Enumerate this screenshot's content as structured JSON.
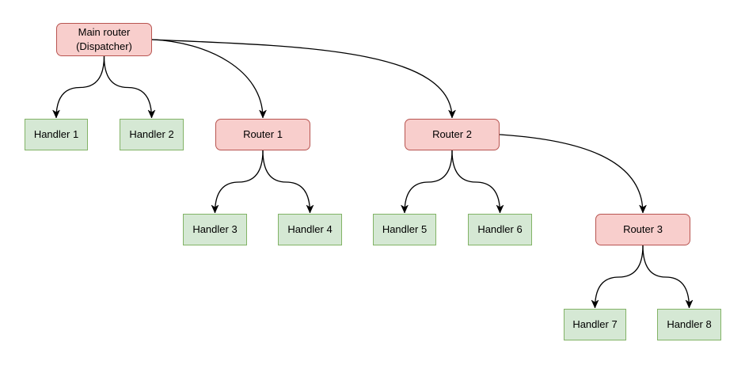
{
  "colors": {
    "background": "#ffffff",
    "text": "#000000",
    "edge_stroke": "#000000",
    "router_fill": "#f8cecc",
    "router_border": "#b85450",
    "handler_fill": "#d5e8d4",
    "handler_border": "#82b366"
  },
  "diagram": {
    "type": "tree",
    "nodes": {
      "main_router": {
        "label": "Main router\n(Dispatcher)",
        "kind": "router"
      },
      "handler_1": {
        "label": "Handler 1",
        "kind": "handler"
      },
      "handler_2": {
        "label": "Handler 2",
        "kind": "handler"
      },
      "router_1": {
        "label": "Router 1",
        "kind": "router"
      },
      "router_2": {
        "label": "Router 2",
        "kind": "router"
      },
      "handler_3": {
        "label": "Handler 3",
        "kind": "handler"
      },
      "handler_4": {
        "label": "Handler 4",
        "kind": "handler"
      },
      "handler_5": {
        "label": "Handler 5",
        "kind": "handler"
      },
      "handler_6": {
        "label": "Handler 6",
        "kind": "handler"
      },
      "router_3": {
        "label": "Router 3",
        "kind": "router"
      },
      "handler_7": {
        "label": "Handler 7",
        "kind": "handler"
      },
      "handler_8": {
        "label": "Handler 8",
        "kind": "handler"
      }
    },
    "edges": [
      {
        "from": "main_router",
        "to": "handler_1"
      },
      {
        "from": "main_router",
        "to": "handler_2"
      },
      {
        "from": "main_router",
        "to": "router_1"
      },
      {
        "from": "main_router",
        "to": "router_2"
      },
      {
        "from": "router_1",
        "to": "handler_3"
      },
      {
        "from": "router_1",
        "to": "handler_4"
      },
      {
        "from": "router_2",
        "to": "handler_5"
      },
      {
        "from": "router_2",
        "to": "handler_6"
      },
      {
        "from": "router_2",
        "to": "router_3"
      },
      {
        "from": "router_3",
        "to": "handler_7"
      },
      {
        "from": "router_3",
        "to": "handler_8"
      }
    ]
  }
}
